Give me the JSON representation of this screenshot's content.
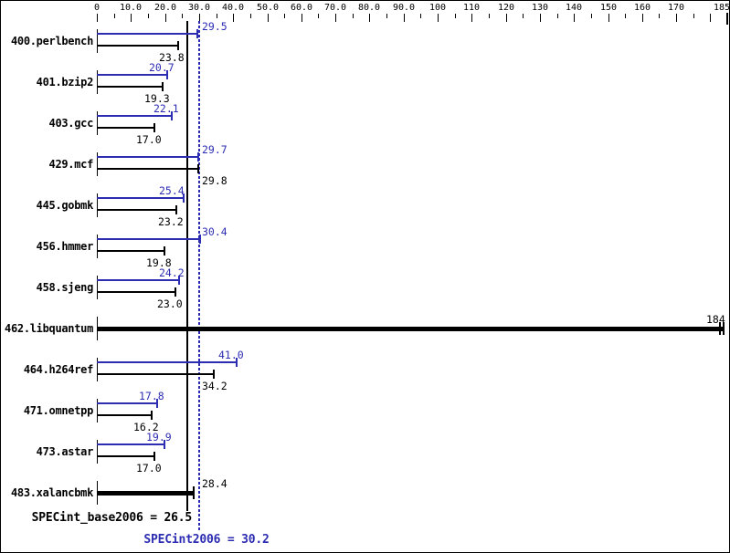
{
  "chart_data": {
    "type": "bar",
    "orientation": "horizontal",
    "title": "",
    "xlabel": "",
    "ylabel": "",
    "axis": {
      "min": 0,
      "max": 185,
      "minor_step": 5,
      "major_step": 10,
      "grid": false,
      "tick_labels": [
        {
          "value": 0,
          "text": "0"
        },
        {
          "value": 10,
          "text": "10.0"
        },
        {
          "value": 20,
          "text": "20.0"
        },
        {
          "value": 30,
          "text": "30.0"
        },
        {
          "value": 40,
          "text": "40.0"
        },
        {
          "value": 50,
          "text": "50.0"
        },
        {
          "value": 60,
          "text": "60.0"
        },
        {
          "value": 70,
          "text": "70.0"
        },
        {
          "value": 80,
          "text": "80.0"
        },
        {
          "value": 90,
          "text": "90.0"
        },
        {
          "value": 100,
          "text": "100"
        },
        {
          "value": 110,
          "text": "110"
        },
        {
          "value": 120,
          "text": "120"
        },
        {
          "value": 130,
          "text": "130"
        },
        {
          "value": 140,
          "text": "140"
        },
        {
          "value": 150,
          "text": "150"
        },
        {
          "value": 160,
          "text": "160"
        },
        {
          "value": 170,
          "text": "170"
        },
        {
          "value": 185,
          "text": "185"
        }
      ]
    },
    "series_legend": {
      "peak_color_meaning": "peak result (blue)",
      "base_color_meaning": "base result (black)"
    },
    "benchmarks": [
      {
        "name": "400.perlbench",
        "peak": {
          "value": 29.5,
          "label": "29.5"
        },
        "base": {
          "value": 23.8,
          "label": "23.8"
        }
      },
      {
        "name": "401.bzip2",
        "peak": {
          "value": 20.7,
          "label": "20.7"
        },
        "base": {
          "value": 19.3,
          "label": "19.3"
        }
      },
      {
        "name": "403.gcc",
        "peak": {
          "value": 22.1,
          "label": "22.1"
        },
        "base": {
          "value": 17.0,
          "label": "17.0"
        }
      },
      {
        "name": "429.mcf",
        "peak": {
          "value": 29.7,
          "label": "29.7"
        },
        "base": {
          "value": 29.8,
          "label": "29.8"
        }
      },
      {
        "name": "445.gobmk",
        "peak": {
          "value": 25.4,
          "label": "25.4"
        },
        "base": {
          "value": 23.2,
          "label": "23.2"
        }
      },
      {
        "name": "456.hmmer",
        "peak": {
          "value": 30.4,
          "label": "30.4"
        },
        "base": {
          "value": 19.8,
          "label": "19.8"
        }
      },
      {
        "name": "458.sjeng",
        "peak": {
          "value": 24.2,
          "label": "24.2"
        },
        "base": {
          "value": 23.0,
          "label": "23.0"
        }
      },
      {
        "name": "462.libquantum",
        "single": {
          "value": 184,
          "label": "184",
          "double_cap": true
        }
      },
      {
        "name": "464.h264ref",
        "peak": {
          "value": 41.0,
          "label": "41.0"
        },
        "base": {
          "value": 34.2,
          "label": "34.2"
        }
      },
      {
        "name": "471.omnetpp",
        "peak": {
          "value": 17.8,
          "label": "17.8"
        },
        "base": {
          "value": 16.2,
          "label": "16.2"
        }
      },
      {
        "name": "473.astar",
        "peak": {
          "value": 19.9,
          "label": "19.9"
        },
        "base": {
          "value": 17.0,
          "label": "17.0"
        }
      },
      {
        "name": "483.xalancbmk",
        "single": {
          "value": 28.4,
          "label": "28.4",
          "double_cap": false
        }
      }
    ],
    "summary": {
      "base": {
        "text": "SPECint_base2006 = 26.5",
        "value": 26.5
      },
      "peak": {
        "text": "SPECint2006 = 30.2",
        "value": 30.2
      }
    },
    "colors": {
      "peak_blue": "#2d2db3",
      "base_black": "#000000",
      "background": "#ffffff",
      "border": "#000000"
    }
  }
}
